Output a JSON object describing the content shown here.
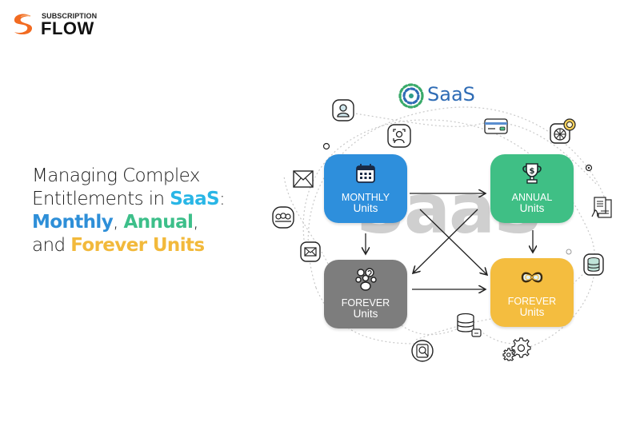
{
  "brand": {
    "top": "SUBSCRIPTION",
    "main": "FLOW",
    "accent": "#f26b21"
  },
  "headline": {
    "line1": "Managing Complex",
    "line2_prefix": "Entitlements in ",
    "line2_highlight": "SaaS",
    "line2_suffix": ":",
    "line3_a": "Monthly",
    "line3_sep": ", ",
    "line3_b": "Annual",
    "line3_end": ",",
    "line4_prefix": "and ",
    "line4_highlight": "Forever Units"
  },
  "diagram": {
    "title": "SaaS",
    "watermark": "SaaS",
    "boxes": [
      {
        "id": "monthly",
        "line1": "MONTHLY",
        "line2": "Units",
        "color": "#2e8fdc",
        "icon": "calendar-icon"
      },
      {
        "id": "annual",
        "line1": "ANNUAL",
        "line2": "Units",
        "color": "#3fbf85",
        "icon": "trophy-dollar-icon"
      },
      {
        "id": "forever-gray",
        "line1": "FOREVER",
        "line2": "Units",
        "color": "#7d7d7d",
        "icon": "team-icon"
      },
      {
        "id": "forever-yellow",
        "line1": "FOREVER",
        "line2": "Units",
        "color": "#f4bd3f",
        "icon": "infinity-icon"
      }
    ],
    "connections": [
      {
        "from": "monthly",
        "to": "annual"
      },
      {
        "from": "monthly",
        "to": "forever-gray"
      },
      {
        "from": "monthly",
        "to": "forever-yellow"
      },
      {
        "from": "annual",
        "to": "forever-gray"
      },
      {
        "from": "annual",
        "to": "forever-yellow"
      },
      {
        "from": "forever-gray",
        "to": "forever-yellow"
      }
    ],
    "orbit_icons": [
      "user-icon",
      "face-id-icon",
      "credit-card-icon",
      "coin-settings-icon",
      "email-icon",
      "group-icon",
      "mail-icon",
      "document-hand-icon",
      "database-icon",
      "database-transfer-icon",
      "user-search-icon",
      "gears-icon"
    ]
  }
}
